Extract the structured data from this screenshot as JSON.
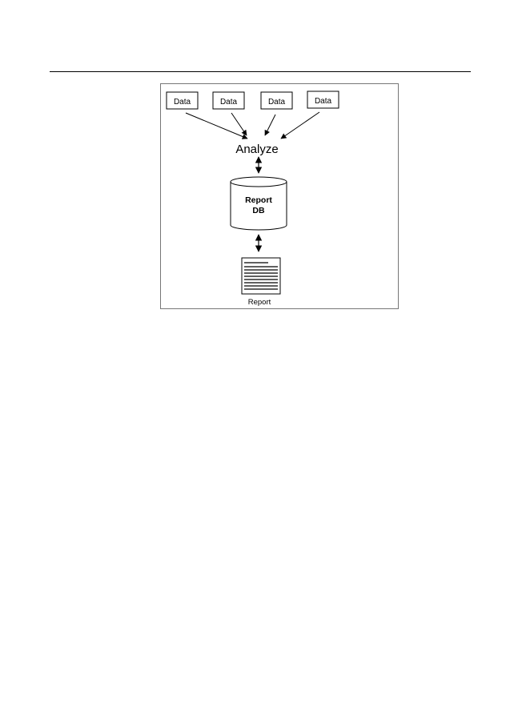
{
  "diagram": {
    "sources": [
      {
        "label": "Data"
      },
      {
        "label": "Data"
      },
      {
        "label": "Data"
      },
      {
        "label": "Data"
      }
    ],
    "process": {
      "label": "Analyze"
    },
    "store": {
      "line1": "Report",
      "line2": "DB"
    },
    "output": {
      "label": "Report"
    }
  }
}
